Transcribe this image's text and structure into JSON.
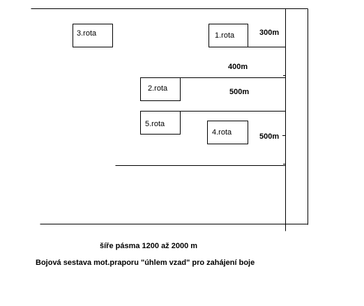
{
  "units": [
    {
      "id": "rota-3",
      "label": "3.rota"
    },
    {
      "id": "rota-1",
      "label": "1.rota"
    },
    {
      "id": "rota-2",
      "label": "2.rota"
    },
    {
      "id": "rota-5",
      "label": "5.rota"
    },
    {
      "id": "rota-4",
      "label": "4.rota"
    }
  ],
  "distances": {
    "d300": "300m",
    "d400": "400m",
    "d500a": "500m",
    "d500b": "500m"
  },
  "caption": {
    "width": "šíře pásma 1200 až 2000 m",
    "title": "Bojová sestava mot.praporu \"úhlem vzad\" pro zahájení boje"
  }
}
